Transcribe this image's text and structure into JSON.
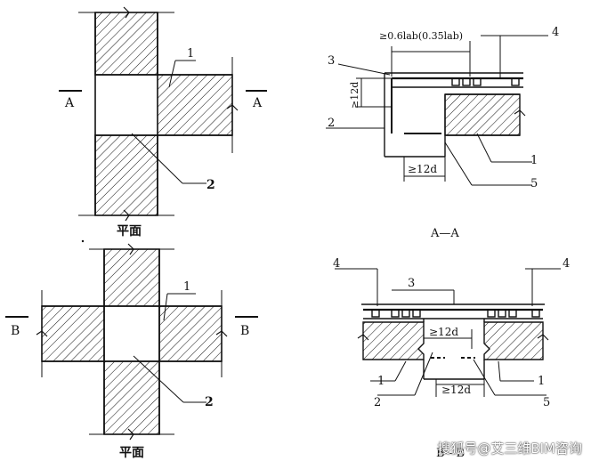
{
  "colors": {
    "ink": "#111111",
    "background": "#ffffff",
    "watermark": "#ffffff"
  },
  "plan_a": {
    "caption": "平面",
    "section_mark_left": "A",
    "section_mark_right": "A",
    "label_1": "1",
    "label_2": "2"
  },
  "section_a": {
    "caption": "A—A",
    "dim_top": "≥0.6lab(0.35lab)",
    "dim_left": "≥12d",
    "dim_bottom": "≥12d",
    "label_1": "1",
    "label_2": "2",
    "label_3": "3",
    "label_4": "4",
    "label_5": "5"
  },
  "plan_b": {
    "caption": "平面",
    "section_mark_left": "B",
    "section_mark_right": "B",
    "label_1": "1",
    "label_2": "2"
  },
  "section_b": {
    "caption": "B—B",
    "dim_upper": "≥12d",
    "dim_lower": "≥12d",
    "label_1_left": "1",
    "label_1_right": "1",
    "label_2": "2",
    "label_3": "3",
    "label_4_left": "4",
    "label_4_right": "4",
    "label_5": "5"
  },
  "watermark": "搜狐号@艾三维BIM咨询"
}
